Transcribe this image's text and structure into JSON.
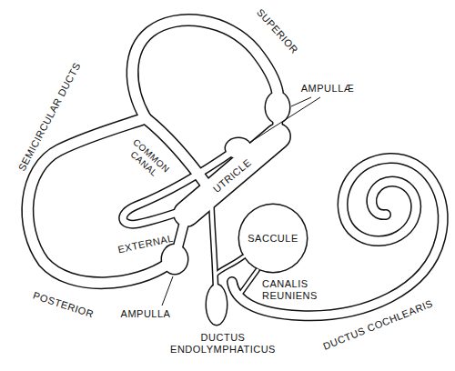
{
  "diagram": {
    "labels": [
      "SEMICIRCULAR DUCTS",
      "SUPERIOR",
      "AMPULLÆ",
      "COMMON CANAL",
      "EXTERNAL",
      "UTRICLE",
      "SACCULE",
      "POSTERIOR",
      "AMPULLA",
      "CANALIS REUNIENS",
      "DUCTUS ENDOLYMPHATICUS",
      "DUCTUS COCHLEARIS"
    ]
  }
}
